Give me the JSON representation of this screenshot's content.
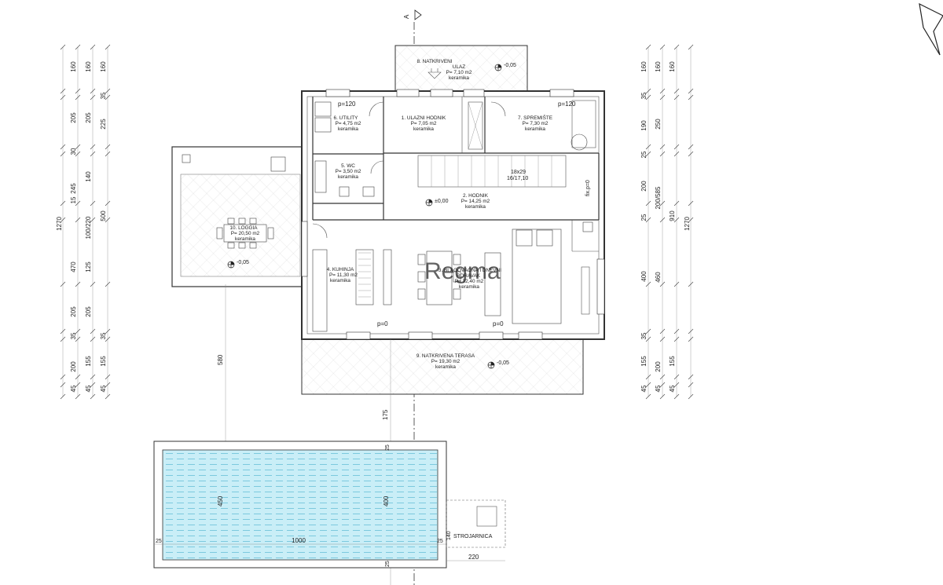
{
  "section_marker": "A",
  "rooms": {
    "ulazni_hodnik": {
      "name": "1. ULAZNI HODNIK",
      "area": "P= 7,05 m2",
      "floor": "keramika"
    },
    "hodnik": {
      "name": "2. HODNIK",
      "area": "P= 14,25 m2",
      "floor": "keramika"
    },
    "blagovaona_line1": "3. BLAGOVAONA I DNEVNI",
    "blagovaona_line2": "BORAVAK",
    "blagovaona_area": "P= 32,40 m2",
    "blagovaona_floor": "keramika",
    "kuhinja": {
      "name": "4. KUHINJA",
      "area": "P= 11,30 m2",
      "floor": "keramika"
    },
    "wc": {
      "name": "5. WC",
      "area": "P= 3,50 m2",
      "floor": "keramika"
    },
    "utility": {
      "name": "6. UTILITY",
      "area": "P= 4,75 m2",
      "floor": "keramika"
    },
    "spremiste": {
      "name": "7. SPREMIŠTE",
      "area": "P= 7,30 m2",
      "floor": "keramika"
    },
    "ulaz_line1": "8. NATKRIVENI",
    "ulaz_line2": "ULAZ",
    "ulaz_area": "P= 7,10 m2",
    "ulaz_floor": "keramika",
    "terasa": {
      "name": "9. NATKRIVENA TERASA",
      "area": "P= 19,30 m2",
      "floor": "keramika"
    },
    "loggia": {
      "name": "10. LOGGIA",
      "area": "P= 20,50 m2",
      "floor": "keramika"
    },
    "strojarnica": "STROJARNICA"
  },
  "levels": {
    "ulaz": "-0,05",
    "hodnik": "±0,00",
    "loggia": "-0,05",
    "terasa": "-0,05"
  },
  "notes": {
    "parapet_utility": "p=120",
    "parapet_spremiste": "p=120",
    "parapet_kuhinja": "p=0",
    "parapet_dnevni": "p=0",
    "stairs_1": "18x29",
    "stairs_2": "16/17,10",
    "fix": "fix.p=0"
  },
  "dims_left_outer": [
    "160",
    "205",
    "30",
    "245",
    "15",
    "470",
    "205",
    "35",
    "200",
    "45"
  ],
  "dims_left_mid": [
    "160",
    "205",
    "140",
    "100/220",
    "125",
    "205",
    "155",
    "45"
  ],
  "dims_left_inner": [
    "160",
    "35",
    "225",
    "500",
    "35",
    "155",
    "45"
  ],
  "dim_left_total": "1270",
  "dims_right_inner": [
    "160",
    "35",
    "190",
    "25",
    "200",
    "25",
    "400",
    "35",
    "155",
    "45"
  ],
  "dims_right_mid": [
    "160",
    "250",
    "200/585",
    "460",
    "200",
    "45"
  ],
  "dims_right_outer": [
    "160",
    "910",
    "155",
    "45"
  ],
  "dim_right_total": "1270",
  "dim_580": "580",
  "dim_175": "175",
  "pool_dims": {
    "length": "1000",
    "width_left": "450",
    "width_mid": "400",
    "edge_top": "25",
    "edge_left": "25",
    "edge_right": "25",
    "edge_bottom": "25",
    "machine_room_width": "220",
    "machine_room_height": "140"
  },
  "watermark": "Regma"
}
